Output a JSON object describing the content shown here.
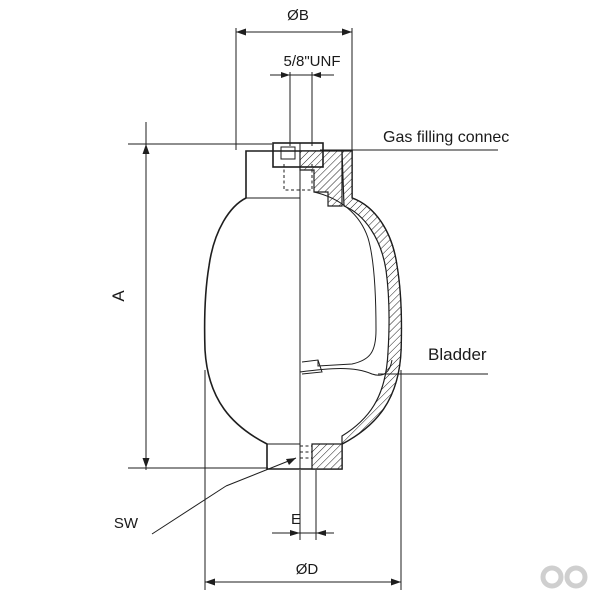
{
  "labels": {
    "dia_b": "ØB",
    "thread": "5/8\"UNF",
    "gas_connection": "Gas filling connec",
    "bladder": "Bladder",
    "length_a": "A",
    "wrench_size": "SW",
    "dim_e": "E",
    "dia_d": "ØD"
  },
  "colors": {
    "line": "#1e1e1e",
    "background": "#ffffff",
    "logo": "#cfcfcf"
  },
  "icons": {
    "logo": "infinity-logo"
  }
}
